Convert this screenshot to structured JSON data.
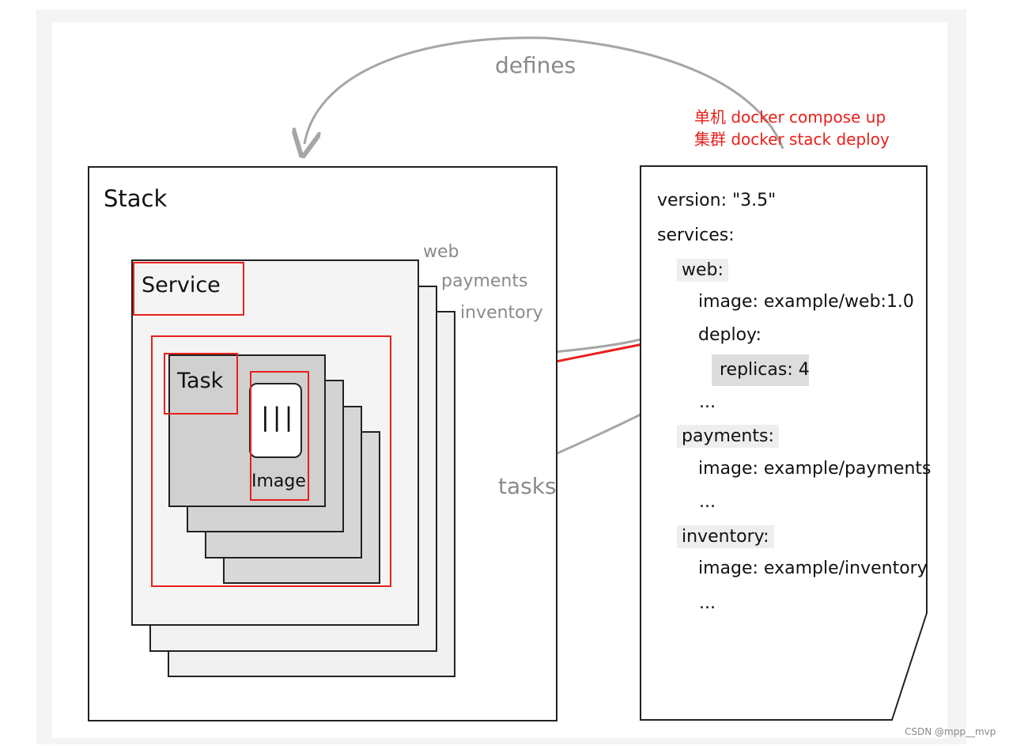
{
  "arrows": {
    "defines": "defines",
    "tasks": "tasks"
  },
  "commands": {
    "single": "单机 docker compose up",
    "cluster": "集群 docker stack deploy"
  },
  "stack": {
    "title": "Stack",
    "service_label": "Service",
    "task_label": "Task",
    "image_label": "Image",
    "image_glyph": "|||",
    "service_names": [
      "web",
      "payments",
      "inventory"
    ]
  },
  "compose_file": {
    "lines": [
      "version: \"3.5\"",
      "services:",
      "web:",
      "image: example/web:1.0",
      "deploy:",
      "replicas: 4",
      "...",
      "payments:",
      "image: example/payments",
      "...",
      "inventory:",
      "image: example/inventory",
      "..."
    ]
  },
  "watermark": "CSDN @mpp__mvp",
  "colors": {
    "annotation_red": "#e8201c",
    "arrow_gray": "#a6a6a6",
    "highlight_gray": "#dddddd"
  }
}
